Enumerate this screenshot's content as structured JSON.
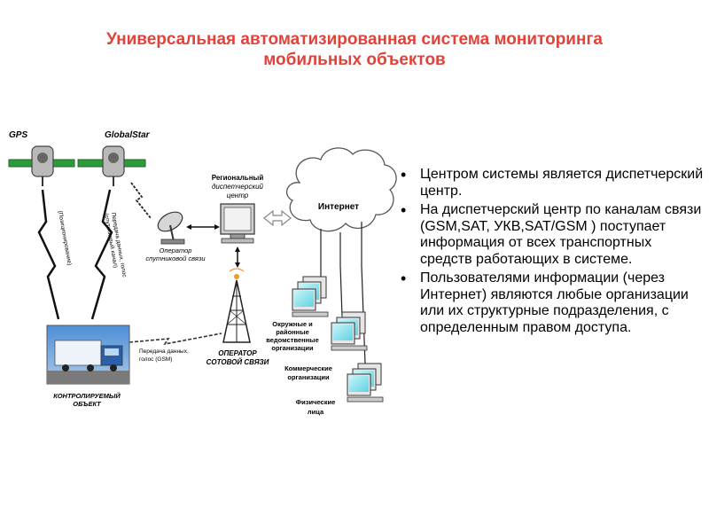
{
  "title_line1": "Универсальная автоматизированная система мониторинга",
  "title_line2": "мобильных объектов",
  "colors": {
    "title": "#e0433a",
    "satellite_panel": "#2e9b3a",
    "screen": "#8fe3ee"
  },
  "diagram": {
    "gps": "GPS",
    "globalstar": "GlobalStar",
    "regional_center": [
      "Региональный",
      "диспетчерский",
      "центр"
    ],
    "satellite_operator": [
      "Оператор",
      "спутниковой связи"
    ],
    "internet": "Интернет",
    "cell_operator": [
      "ОПЕРАТОР",
      "СОТОВОЙ СВЯЗИ"
    ],
    "controlled_object": [
      "КОНТРОЛИРУЕМЫЙ",
      "ОБЪЕКТ"
    ],
    "data_voice": [
      "Передача данных,",
      "голос (GSM)"
    ],
    "gps_link": "(Позиционирование)",
    "globalstar_link": [
      "Передача данных, голос",
      "(спутниковый канал)"
    ],
    "organizations": [
      "Окружные и",
      "районные",
      "ведомственные",
      "организации"
    ],
    "commercial": [
      "Коммерческие",
      "организации"
    ],
    "individuals": [
      "Физические",
      "лица"
    ]
  },
  "bullets": [
    "Центром системы является диспетчерский центр.",
    "На диспетчерский центр по каналам связи (GSM,SAT, УКВ,SAT/GSM ) поступает информация от всех транспортных средств работающих в системе.",
    "Пользователями информации (через Интернет)   являются любые организации или их структурные подразделения, с определенным правом доступа."
  ]
}
